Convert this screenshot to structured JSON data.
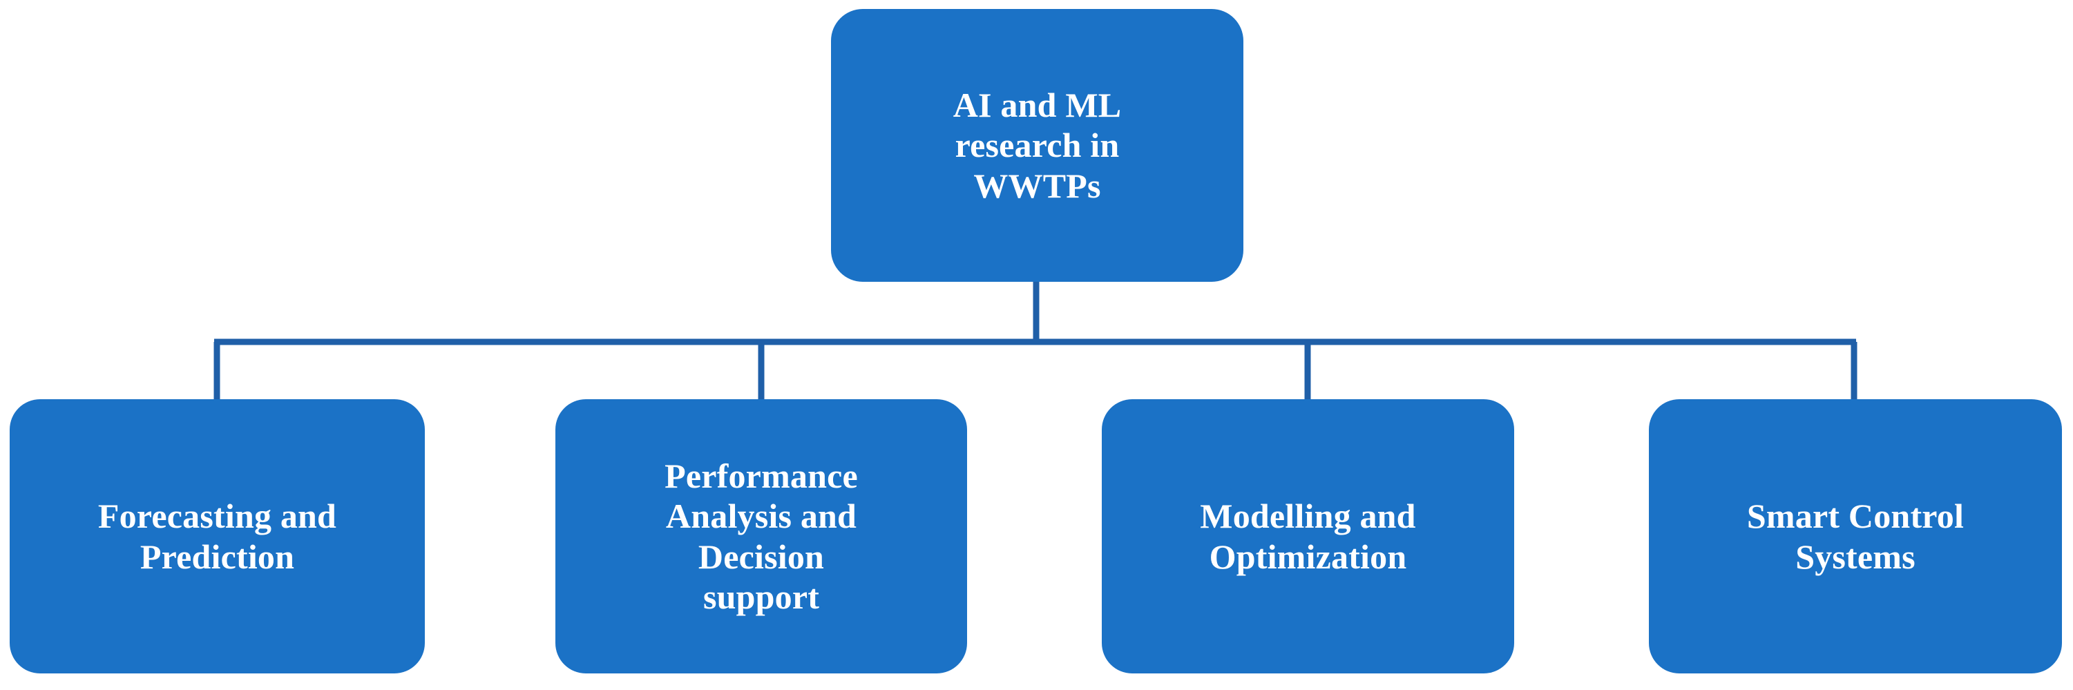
{
  "diagram": {
    "type": "organizational-tree",
    "title": "AI and ML research in WWTPs",
    "orientation": "top-down",
    "levels": 2,
    "colors": {
      "node_fill": "#1B72C6",
      "node_text": "#FFFFFF",
      "connector_line": "#1F5FA8",
      "background": "#FFFFFF"
    },
    "root": {
      "id": "root",
      "label": "AI and ML\nresearch in\nWWTPs",
      "label_plain": "AI and ML research in WWTPs"
    },
    "children": [
      {
        "id": "child-0",
        "label": "Forecasting and\nPrediction",
        "label_plain": "Forecasting and Prediction"
      },
      {
        "id": "child-1",
        "label": "Performance\nAnalysis and\nDecision\nsupport",
        "label_plain": "Performance Analysis and Decision support"
      },
      {
        "id": "child-2",
        "label": "Modelling and\nOptimization",
        "label_plain": "Modelling and Optimization"
      },
      {
        "id": "child-3",
        "label": "Smart Control\nSystems",
        "label_plain": "Smart Control Systems"
      }
    ],
    "connectors": {
      "root_stem": "vertical-line",
      "bus": "horizontal-line",
      "child_stems": "vertical-line"
    }
  }
}
